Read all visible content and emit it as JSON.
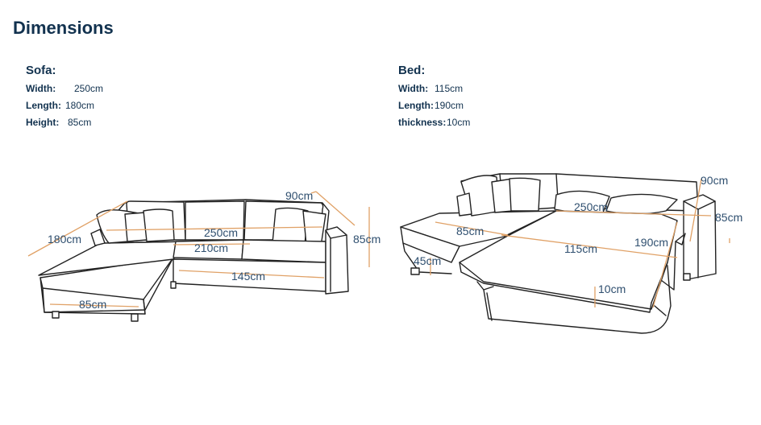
{
  "title": "Dimensions",
  "sofa": {
    "heading": "Sofa:",
    "rows": [
      {
        "label": "Width:",
        "value": "250cm"
      },
      {
        "label": "Length:",
        "value": "180cm"
      },
      {
        "label": "Height:",
        "value": "85cm"
      }
    ],
    "labels": {
      "depth": "90cm",
      "width": "250cm",
      "inner": "210cm",
      "length": "180cm",
      "height": "85cm",
      "seat": "145cm",
      "chaise": "85cm"
    }
  },
  "bed": {
    "heading": "Bed:",
    "rows": [
      {
        "label": "Width:",
        "value": "115cm"
      },
      {
        "label": "Length:",
        "value": "190cm"
      },
      {
        "label": "thickness:",
        "value": "10cm"
      }
    ],
    "labels": {
      "depth": "90cm",
      "width": "250cm",
      "height": "85cm",
      "chaise": "85cm",
      "seat_height": "45cm",
      "bed_width": "115cm",
      "bed_length": "190cm",
      "thickness": "10cm"
    }
  },
  "colors": {
    "dimension_line": "#e0a166",
    "label": "#2f4f6f",
    "heading": "#12324f"
  }
}
